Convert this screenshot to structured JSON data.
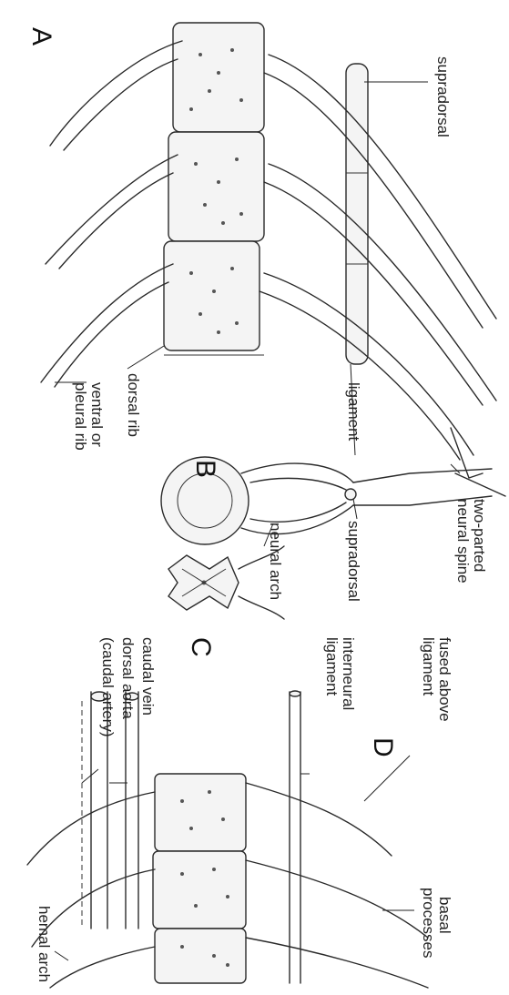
{
  "panels": {
    "a": "A",
    "b": "B",
    "c": "C",
    "d": "D"
  },
  "labels": {
    "supradorsal_top": "supradorsal",
    "two_parted": "two-parted",
    "neural_spine": "neural spine",
    "ligament": "ligament",
    "supradorsal_mid": "supradorsal",
    "dorsal_rib": "dorsal rib",
    "ventral_or": "ventral or",
    "pleural_rib": "pleural rib",
    "neural_arch": "neural arch",
    "fused_above": "fused above",
    "fused_ligament": "ligament",
    "interneural": "interneural",
    "interneural_ligament": "ligament",
    "basal": "basal",
    "processes": "processes",
    "caudal_vein": "caudal vein",
    "dorsal_aorta": "dorsal aorta",
    "caudal_artery": "(caudal artery)",
    "hemal_arch": "hemal arch"
  }
}
